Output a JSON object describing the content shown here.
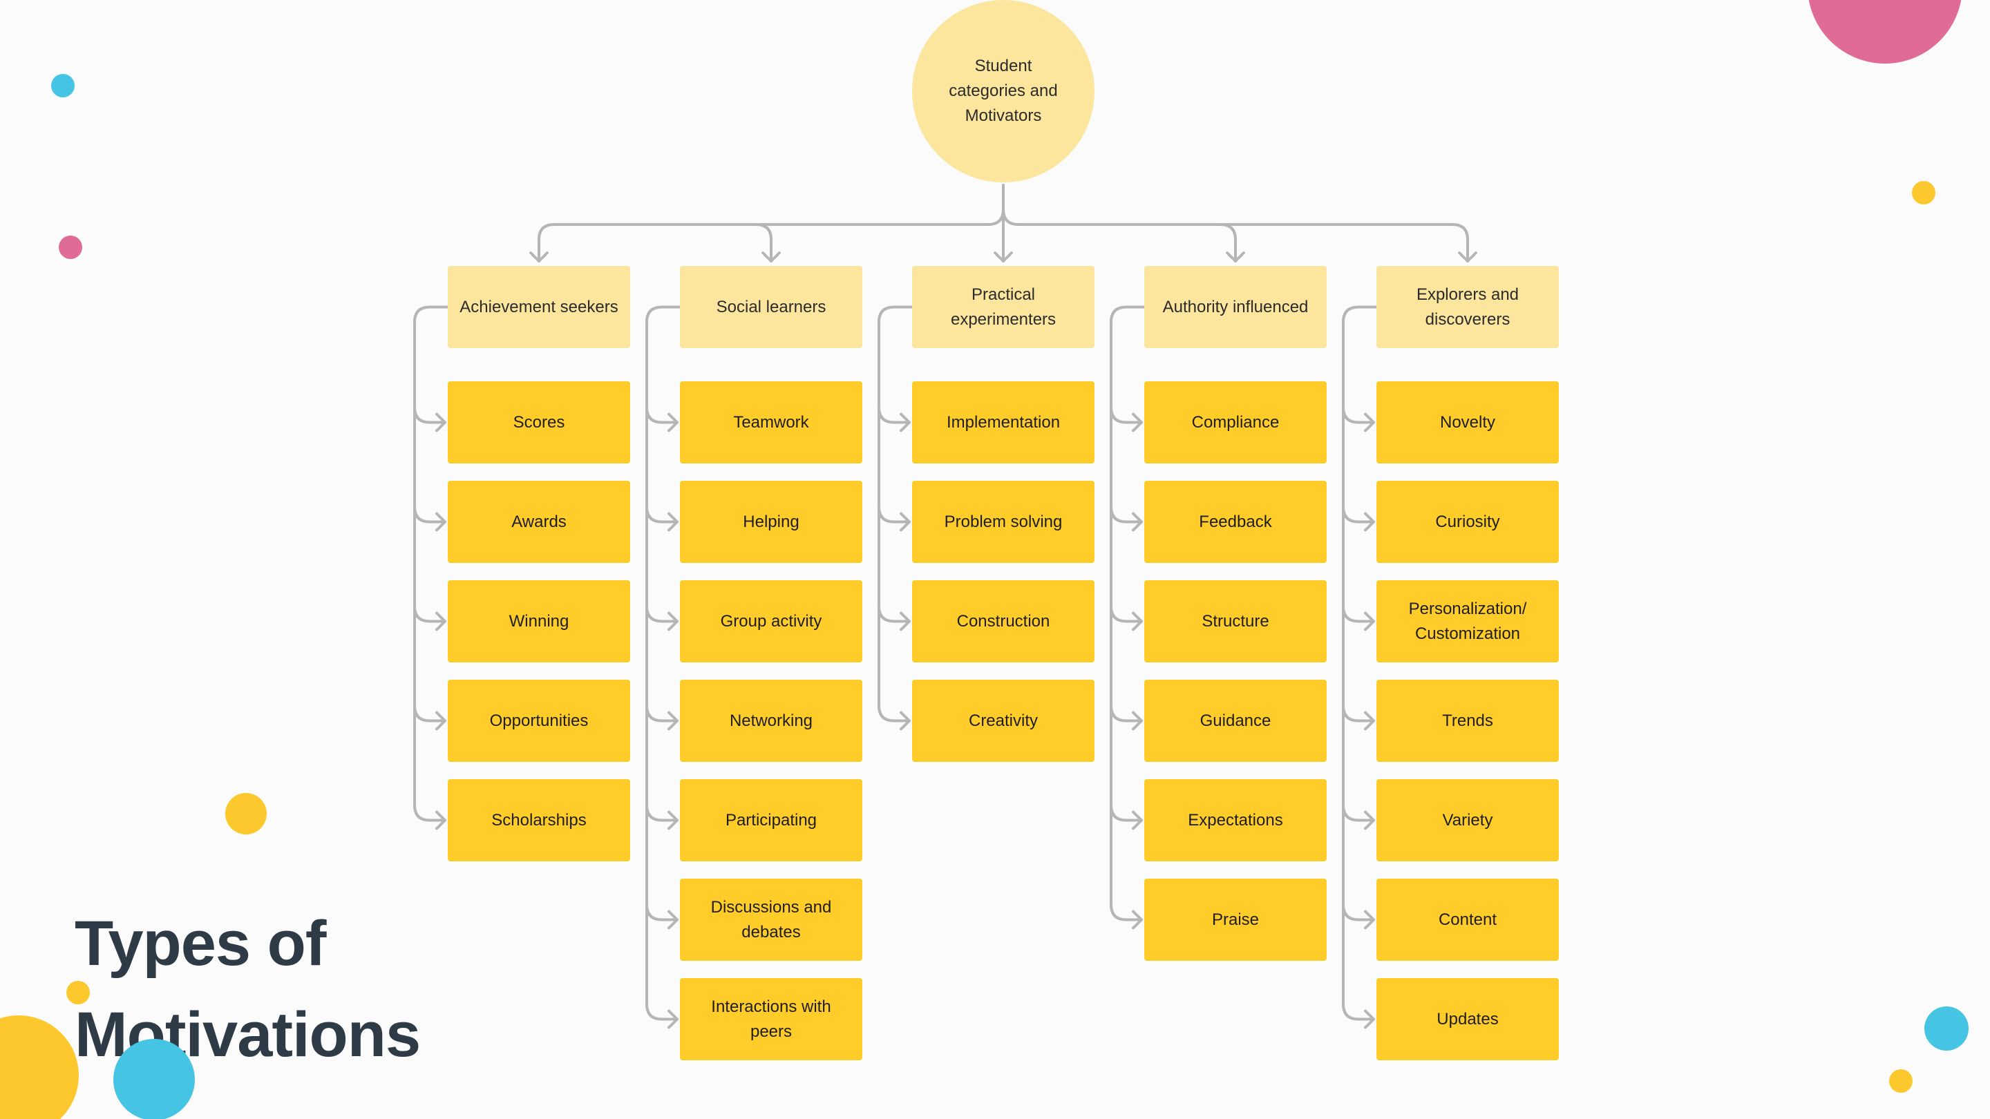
{
  "root": {
    "label": "Student\ncategories and\nMotivators"
  },
  "categories": [
    {
      "label": "Achievement seekers",
      "items": [
        "Scores",
        "Awards",
        "Winning",
        "Opportunities",
        "Scholarships"
      ]
    },
    {
      "label": "Social learners",
      "items": [
        "Teamwork",
        "Helping",
        "Group activity",
        "Networking",
        "Participating",
        "Discussions and debates",
        "Interactions with peers"
      ]
    },
    {
      "label": "Practical experimenters",
      "items": [
        "Implementation",
        "Problem solving",
        "Construction",
        "Creativity"
      ]
    },
    {
      "label": "Authority influenced",
      "items": [
        "Compliance",
        "Feedback",
        "Structure",
        "Guidance",
        "Expectations",
        "Praise"
      ]
    },
    {
      "label": "Explorers and discoverers",
      "items": [
        "Novelty",
        "Curiosity",
        "Personalization/ Customization",
        "Trends",
        "Variety",
        "Content",
        "Updates"
      ]
    }
  ],
  "title": {
    "line1": "Types of",
    "line2": "Motivations"
  },
  "colors": {
    "header_fill": "#fce59c",
    "item_fill": "#ffcc29",
    "connector": "#b5b5b5",
    "title_text": "#2e3a46",
    "accent_pink": "#e06b96",
    "accent_blue": "#45c4e3",
    "accent_yellow": "#fdc82d"
  }
}
